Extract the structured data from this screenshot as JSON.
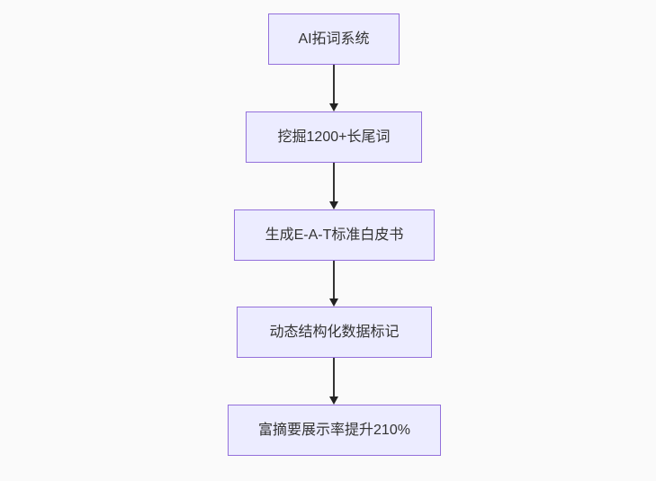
{
  "flowchart": {
    "type": "vertical-flowchart",
    "background_color": "#fafafa",
    "node_fill_color": "#ECECFF",
    "node_border_color": "#9370DB",
    "node_text_color": "#333333",
    "arrow_color": "#333333",
    "nodes": [
      {
        "id": "node-1",
        "label": "AI拓词系统"
      },
      {
        "id": "node-2",
        "label": "挖掘1200+长尾词"
      },
      {
        "id": "node-3",
        "label": "生成E-A-T标准白皮书"
      },
      {
        "id": "node-4",
        "label": "动态结构化数据标记"
      },
      {
        "id": "node-5",
        "label": "富摘要展示率提升210%"
      }
    ],
    "edges": [
      {
        "from": "node-1",
        "to": "node-2"
      },
      {
        "from": "node-2",
        "to": "node-3"
      },
      {
        "from": "node-3",
        "to": "node-4"
      },
      {
        "from": "node-4",
        "to": "node-5"
      }
    ]
  }
}
